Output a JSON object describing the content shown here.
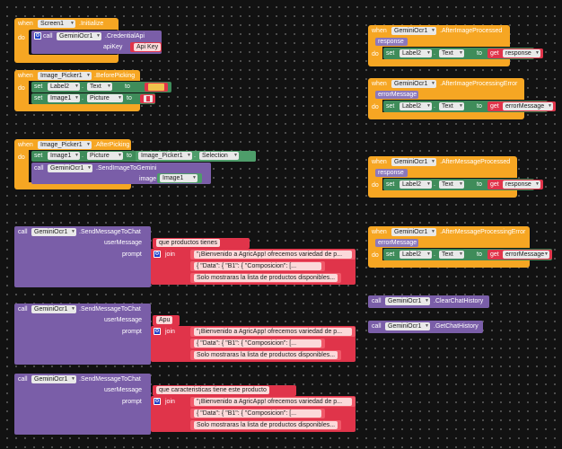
{
  "kw": {
    "when": "when",
    "do": "do",
    "call": "call",
    "set": "set",
    "to": "to",
    "get": "get",
    "join": "join",
    "dot": "."
  },
  "b1": {
    "comp": "Screen1",
    "event": ".Initialize",
    "obj": "GeminiOcr1",
    "method": ".CredentialApi",
    "param": "apiKey",
    "value": "Api Key"
  },
  "b2": {
    "comp": "Image_Picker1",
    "event": ".BeforePicking",
    "s1comp": "Label2",
    "s1prop": "Text",
    "s2comp": "Image1",
    "s2prop": "Picture"
  },
  "b3": {
    "comp": "Image_Picker1",
    "event": ".AfterPicking",
    "s1comp": "Image1",
    "s1prop": "Picture",
    "s1vcomp": "Image_Picker1",
    "s1vprop": "Selection",
    "obj": "GeminiOcr1",
    "method": ".SendImageToGemini",
    "param": "image",
    "value": "Image1"
  },
  "b4": {
    "obj": "GeminiOcr1",
    "method": ".SendMessageToChat",
    "p1": "userMessage",
    "p2": "prompt",
    "msg": "que productos tienes",
    "j1": "\"¡Bienvenido a AgricApp! ofrecemos variedad de p...",
    "j2": "{   \"Data\": {      \"B1\": {      \"Composicion\": [...",
    "j3": "Solo mostraras la lista de productos disponibles..."
  },
  "b5": {
    "obj": "GeminiOcr1",
    "method": ".SendMessageToChat",
    "p1": "userMessage",
    "p2": "prompt",
    "msg": "Apu",
    "j1": "\"¡Bienvenido a AgricApp! ofrecemos variedad de p...",
    "j2": "{   \"Data\": {      \"B1\": {      \"Composicion\": [...",
    "j3": "Solo mostraras la lista de productos disponibles..."
  },
  "b6": {
    "obj": "GeminiOcr1",
    "method": ".SendMessageToChat",
    "p1": "userMessage",
    "p2": "prompt",
    "msg": "que caracteristicas tiene este producto",
    "j1": "\"¡Bienvenido a AgricApp! ofrecemos variedad de p...",
    "j2": "{   \"Data\": {      \"B1\": {      \"Composicion\": [...",
    "j3": "Solo mostraras la lista de productos disponibles..."
  },
  "r1": {
    "comp": "GeminiOcr1",
    "event": ".AfterImageProcessed",
    "param": "response",
    "scomp": "Label2",
    "sprop": "Text",
    "getv": "response"
  },
  "r2": {
    "comp": "GeminiOcr1",
    "event": ".AfterImageProcessingError",
    "param": "errorMessage",
    "scomp": "Label2",
    "sprop": "Text",
    "getv": "errorMessage"
  },
  "r3": {
    "comp": "GeminiOcr1",
    "event": ".AfterMessageProcessed",
    "param": "response",
    "scomp": "Label2",
    "sprop": "Text",
    "getv": "response"
  },
  "r4": {
    "comp": "GeminiOcr1",
    "event": ".AfterMessageProcessingError",
    "param": "errorMessage",
    "scomp": "Label2",
    "sprop": "Text",
    "getv": "errorMessage"
  },
  "r5": {
    "obj": "GeminiOcr1",
    "method": ".ClearChatHistory"
  },
  "r6": {
    "obj": "GeminiOcr1",
    "method": ".GetChatHistory"
  },
  "colors": {
    "event": "#f6a623",
    "component": "#7a5ea8",
    "setter": "#3f8c5a",
    "text": "#e0344a"
  },
  "icons": {
    "gear": "gear-icon",
    "dropdown": "dropdown-arrow-icon",
    "empty-string": "empty-string-icon"
  }
}
